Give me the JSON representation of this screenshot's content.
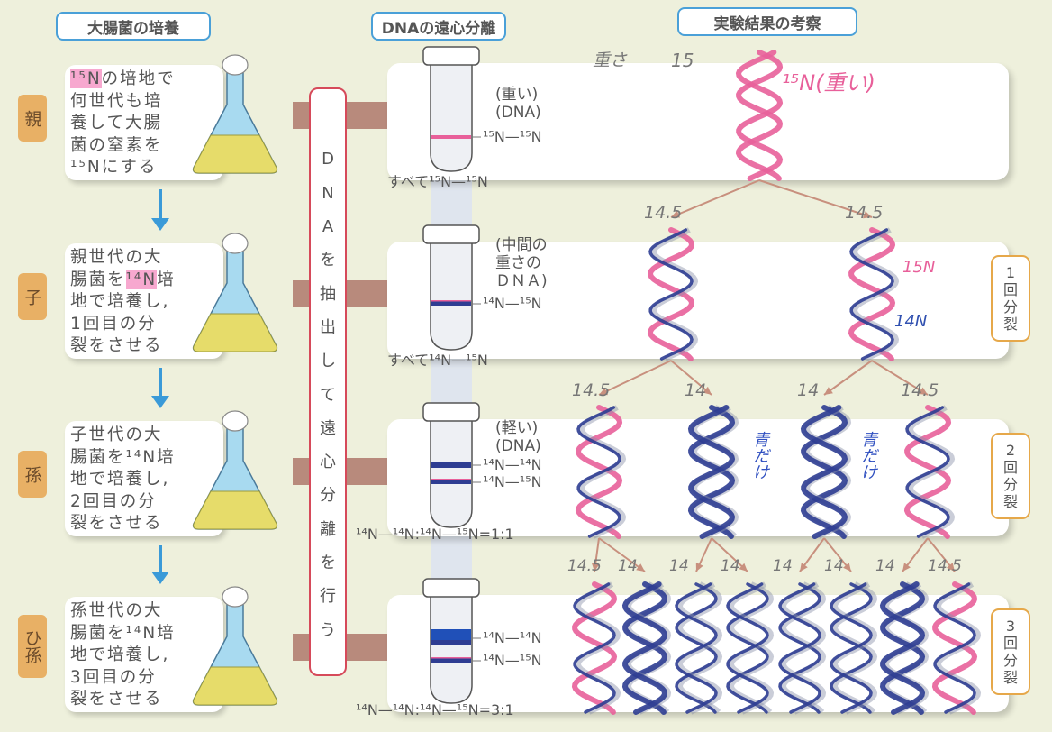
{
  "headers": {
    "culture": "大腸菌の培養",
    "centrifuge": "DNAの遠心分離",
    "results": "実験結果の考察"
  },
  "extract_label": [
    "D",
    "N",
    "A",
    "を",
    "抽",
    "出",
    "し",
    "て",
    "遠",
    "心",
    "分",
    "離",
    "を",
    "行",
    "う"
  ],
  "colors": {
    "n15": "#e8609a",
    "n14": "#2e3d92",
    "n14_light": "#5a78c8",
    "accent_blue": "#3a9ad8",
    "arrow_brown": "#b88a7c",
    "tag_orange": "#e8b065"
  },
  "generations": [
    {
      "tag": "親",
      "lines": [
        {
          "hl": "¹⁵N",
          "t": "の培地で"
        },
        {
          "t": "何世代も培"
        },
        {
          "t": "養して大腸"
        },
        {
          "t": "菌の窒素を"
        },
        {
          "t": "¹⁵Nにする"
        }
      ],
      "tube": {
        "note": [
          "(重い)",
          "(DNA)"
        ],
        "bands": [
          {
            "label": "¹⁵N—¹⁵N",
            "type": "15-15"
          }
        ],
        "caption": "すべて¹⁵N—¹⁵N"
      },
      "division": null
    },
    {
      "tag": "子",
      "lines": [
        {
          "t": "親世代の大"
        },
        {
          "t": "腸菌を",
          "hl": "¹⁴N",
          "t2": "培"
        },
        {
          "t": "地で培養し,"
        },
        {
          "t": "1回目の分"
        },
        {
          "t": "裂をさせる"
        }
      ],
      "tube": {
        "note": [
          "(中間の",
          "重さの",
          "ＤＮＡ)"
        ],
        "bands": [
          {
            "label": "¹⁴N—¹⁵N",
            "type": "14-15"
          }
        ],
        "caption": "すべて¹⁴N—¹⁵N"
      },
      "division": [
        "1",
        "回",
        "分",
        "裂"
      ]
    },
    {
      "tag": "孫",
      "lines": [
        {
          "t": "子世代の大"
        },
        {
          "t": "腸菌を¹⁴N培"
        },
        {
          "t": "地で培養し,"
        },
        {
          "t": "2回目の分"
        },
        {
          "t": "裂をさせる"
        }
      ],
      "tube": {
        "note": [
          "(軽い)",
          "(DNA)"
        ],
        "bands": [
          {
            "label": "¹⁴N—¹⁴N",
            "type": "14-14"
          },
          {
            "label": "¹⁴N—¹⁵N",
            "type": "14-15"
          }
        ],
        "caption": "¹⁴N—¹⁴N:¹⁴N—¹⁵N=1:1"
      },
      "division": [
        "2",
        "回",
        "分",
        "裂"
      ]
    },
    {
      "tag": "ひ孫",
      "lines": [
        {
          "t": "孫世代の大"
        },
        {
          "t": "腸菌を¹⁴N培"
        },
        {
          "t": "地で培養し,"
        },
        {
          "t": "3回目の分"
        },
        {
          "t": "裂をさせる"
        }
      ],
      "tube": {
        "note": [],
        "bands": [
          {
            "label": "¹⁴N—¹⁴N",
            "type": "14-14-thick"
          },
          {
            "label": "¹⁴N—¹⁵N",
            "type": "14-15"
          }
        ],
        "caption": "¹⁴N—¹⁴N:¹⁴N—¹⁵N=3:1"
      },
      "division": [
        "3",
        "回",
        "分",
        "裂"
      ]
    }
  ],
  "helices": [
    [
      {
        "strands": [
          "15N",
          "15N"
        ],
        "weight": "15"
      }
    ],
    [
      {
        "strands": [
          "15N",
          "14N"
        ],
        "weight": "14.5"
      },
      {
        "strands": [
          "15N",
          "14N"
        ],
        "weight": "14.5"
      }
    ],
    [
      {
        "strands": [
          "15N",
          "14N"
        ],
        "weight": "14.5"
      },
      {
        "strands": [
          "14N",
          "14N"
        ],
        "weight": "14"
      },
      {
        "strands": [
          "14N",
          "14N"
        ],
        "weight": "14"
      },
      {
        "strands": [
          "15N",
          "14N"
        ],
        "weight": "14.5"
      }
    ],
    [
      {
        "strands": [
          "15N",
          "14N"
        ],
        "weight": "14.5"
      },
      {
        "strands": [
          "14N",
          "14N"
        ],
        "weight": "14"
      },
      {
        "strands": [
          "14N",
          "14N"
        ],
        "weight": "14"
      },
      {
        "strands": [
          "14N",
          "14N"
        ],
        "weight": "14"
      },
      {
        "strands": [
          "14N",
          "14N"
        ],
        "weight": "14"
      },
      {
        "strands": [
          "14N",
          "14N"
        ],
        "weight": "14"
      },
      {
        "strands": [
          "14N",
          "14N"
        ],
        "weight": "14"
      },
      {
        "strands": [
          "15N",
          "14N"
        ],
        "weight": "14.5"
      }
    ]
  ],
  "handwritten": {
    "weight_heading": "重さ",
    "parent_note": "¹⁵N(重い)",
    "strand_15n": "15N",
    "strand_14n": "14N",
    "blue_only": "青だけ"
  }
}
